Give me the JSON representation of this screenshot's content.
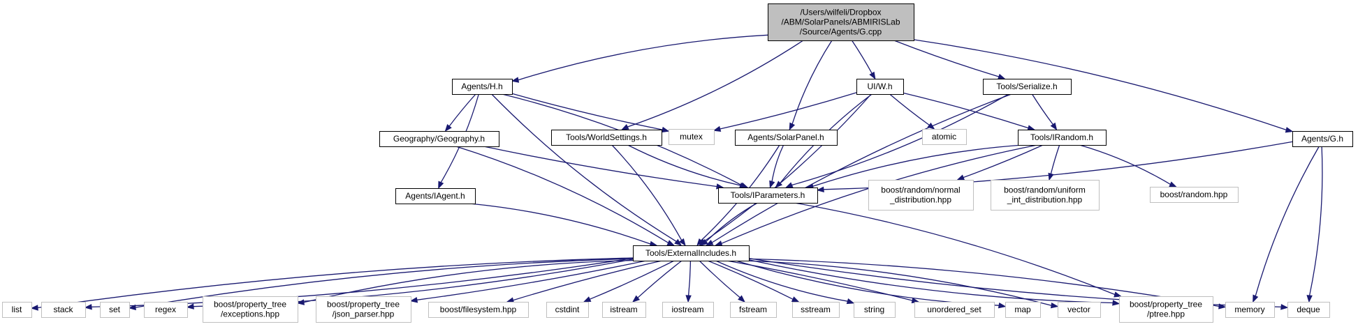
{
  "colors": {
    "edge": "#191970",
    "root_fill": "#bfbfbf",
    "file_stroke": "#000000",
    "system_stroke": "#bfbfbf",
    "background": "#ffffff"
  },
  "graph": {
    "nodes": [
      {
        "id": "g_cpp",
        "kind": "root",
        "lines": [
          "/Users/wilfeli/Dropbox",
          "/ABM/SolarPanels/ABMIRISLab",
          "/Source/Agents/G.cpp"
        ]
      },
      {
        "id": "agents_h_h",
        "kind": "file",
        "lines": [
          "Agents/H.h"
        ]
      },
      {
        "id": "ui_w_h",
        "kind": "file",
        "lines": [
          "UI/W.h"
        ]
      },
      {
        "id": "tools_serialize_h",
        "kind": "file",
        "lines": [
          "Tools/Serialize.h"
        ]
      },
      {
        "id": "agents_g_h",
        "kind": "file",
        "lines": [
          "Agents/G.h"
        ]
      },
      {
        "id": "mutex",
        "kind": "system",
        "lines": [
          "mutex"
        ]
      },
      {
        "id": "geography_h",
        "kind": "file",
        "lines": [
          "Geography/Geography.h"
        ]
      },
      {
        "id": "tools_worldsettings_h",
        "kind": "file",
        "lines": [
          "Tools/WorldSettings.h"
        ]
      },
      {
        "id": "agents_solarpanel_h",
        "kind": "file",
        "lines": [
          "Agents/SolarPanel.h"
        ]
      },
      {
        "id": "atomic",
        "kind": "system",
        "lines": [
          "atomic"
        ]
      },
      {
        "id": "tools_irandom_h",
        "kind": "file",
        "lines": [
          "Tools/IRandom.h"
        ]
      },
      {
        "id": "agents_iagent_h",
        "kind": "file",
        "lines": [
          "Agents/IAgent.h"
        ]
      },
      {
        "id": "tools_iparameters_h",
        "kind": "file",
        "lines": [
          "Tools/IParameters.h"
        ]
      },
      {
        "id": "boost_normal",
        "kind": "system",
        "lines": [
          "boost/random/normal",
          "_distribution.hpp"
        ]
      },
      {
        "id": "boost_uniform",
        "kind": "system",
        "lines": [
          "boost/random/uniform",
          "_int_distribution.hpp"
        ]
      },
      {
        "id": "boost_random",
        "kind": "system",
        "lines": [
          "boost/random.hpp"
        ]
      },
      {
        "id": "tools_externalincludes_h",
        "kind": "file",
        "lines": [
          "Tools/ExternalIncludes.h"
        ]
      },
      {
        "id": "list",
        "kind": "system",
        "lines": [
          "list"
        ]
      },
      {
        "id": "stack",
        "kind": "system",
        "lines": [
          "stack"
        ]
      },
      {
        "id": "set",
        "kind": "system",
        "lines": [
          "set"
        ]
      },
      {
        "id": "regex",
        "kind": "system",
        "lines": [
          "regex"
        ]
      },
      {
        "id": "boost_exceptions",
        "kind": "system",
        "lines": [
          "boost/property_tree",
          "/exceptions.hpp"
        ]
      },
      {
        "id": "boost_json_parser",
        "kind": "system",
        "lines": [
          "boost/property_tree",
          "/json_parser.hpp"
        ]
      },
      {
        "id": "boost_filesystem",
        "kind": "system",
        "lines": [
          "boost/filesystem.hpp"
        ]
      },
      {
        "id": "cstdint",
        "kind": "system",
        "lines": [
          "cstdint"
        ]
      },
      {
        "id": "istream",
        "kind": "system",
        "lines": [
          "istream"
        ]
      },
      {
        "id": "iostream",
        "kind": "system",
        "lines": [
          "iostream"
        ]
      },
      {
        "id": "fstream",
        "kind": "system",
        "lines": [
          "fstream"
        ]
      },
      {
        "id": "sstream",
        "kind": "system",
        "lines": [
          "sstream"
        ]
      },
      {
        "id": "string",
        "kind": "system",
        "lines": [
          "string"
        ]
      },
      {
        "id": "unordered_set",
        "kind": "system",
        "lines": [
          "unordered_set"
        ]
      },
      {
        "id": "map",
        "kind": "system",
        "lines": [
          "map"
        ]
      },
      {
        "id": "vector",
        "kind": "system",
        "lines": [
          "vector"
        ]
      },
      {
        "id": "boost_ptree",
        "kind": "system",
        "lines": [
          "boost/property_tree",
          "/ptree.hpp"
        ]
      },
      {
        "id": "memory",
        "kind": "system",
        "lines": [
          "memory"
        ]
      },
      {
        "id": "deque",
        "kind": "system",
        "lines": [
          "deque"
        ]
      }
    ],
    "edges": [
      [
        "g_cpp",
        "agents_h_h"
      ],
      [
        "g_cpp",
        "tools_worldsettings_h"
      ],
      [
        "g_cpp",
        "agents_solarpanel_h"
      ],
      [
        "g_cpp",
        "ui_w_h"
      ],
      [
        "g_cpp",
        "tools_serialize_h"
      ],
      [
        "g_cpp",
        "agents_g_h"
      ],
      [
        "agents_h_h",
        "geography_h"
      ],
      [
        "agents_h_h",
        "agents_iagent_h"
      ],
      [
        "agents_h_h",
        "mutex"
      ],
      [
        "agents_h_h",
        "tools_iparameters_h"
      ],
      [
        "agents_h_h",
        "tools_externalincludes_h"
      ],
      [
        "ui_w_h",
        "mutex"
      ],
      [
        "ui_w_h",
        "atomic"
      ],
      [
        "ui_w_h",
        "tools_irandom_h"
      ],
      [
        "ui_w_h",
        "tools_iparameters_h"
      ],
      [
        "ui_w_h",
        "tools_externalincludes_h"
      ],
      [
        "tools_serialize_h",
        "tools_irandom_h"
      ],
      [
        "tools_serialize_h",
        "tools_iparameters_h"
      ],
      [
        "tools_serialize_h",
        "tools_externalincludes_h"
      ],
      [
        "agents_g_h",
        "tools_iparameters_h"
      ],
      [
        "agents_g_h",
        "memory"
      ],
      [
        "agents_g_h",
        "deque"
      ],
      [
        "geography_h",
        "tools_iparameters_h"
      ],
      [
        "geography_h",
        "tools_externalincludes_h"
      ],
      [
        "tools_worldsettings_h",
        "tools_iparameters_h"
      ],
      [
        "tools_worldsettings_h",
        "tools_externalincludes_h"
      ],
      [
        "agents_solarpanel_h",
        "tools_iparameters_h"
      ],
      [
        "agents_solarpanel_h",
        "tools_externalincludes_h"
      ],
      [
        "tools_irandom_h",
        "tools_iparameters_h"
      ],
      [
        "tools_irandom_h",
        "boost_normal"
      ],
      [
        "tools_irandom_h",
        "boost_uniform"
      ],
      [
        "tools_irandom_h",
        "boost_random"
      ],
      [
        "tools_irandom_h",
        "tools_externalincludes_h"
      ],
      [
        "agents_iagent_h",
        "tools_externalincludes_h"
      ],
      [
        "tools_iparameters_h",
        "tools_externalincludes_h"
      ],
      [
        "tools_iparameters_h",
        "boost_ptree"
      ],
      [
        "tools_externalincludes_h",
        "list"
      ],
      [
        "tools_externalincludes_h",
        "stack"
      ],
      [
        "tools_externalincludes_h",
        "set"
      ],
      [
        "tools_externalincludes_h",
        "regex"
      ],
      [
        "tools_externalincludes_h",
        "boost_exceptions"
      ],
      [
        "tools_externalincludes_h",
        "boost_json_parser"
      ],
      [
        "tools_externalincludes_h",
        "boost_filesystem"
      ],
      [
        "tools_externalincludes_h",
        "cstdint"
      ],
      [
        "tools_externalincludes_h",
        "istream"
      ],
      [
        "tools_externalincludes_h",
        "iostream"
      ],
      [
        "tools_externalincludes_h",
        "fstream"
      ],
      [
        "tools_externalincludes_h",
        "sstream"
      ],
      [
        "tools_externalincludes_h",
        "string"
      ],
      [
        "tools_externalincludes_h",
        "unordered_set"
      ],
      [
        "tools_externalincludes_h",
        "map"
      ],
      [
        "tools_externalincludes_h",
        "vector"
      ],
      [
        "tools_externalincludes_h",
        "boost_ptree"
      ],
      [
        "tools_externalincludes_h",
        "memory"
      ],
      [
        "tools_externalincludes_h",
        "deque"
      ]
    ]
  }
}
